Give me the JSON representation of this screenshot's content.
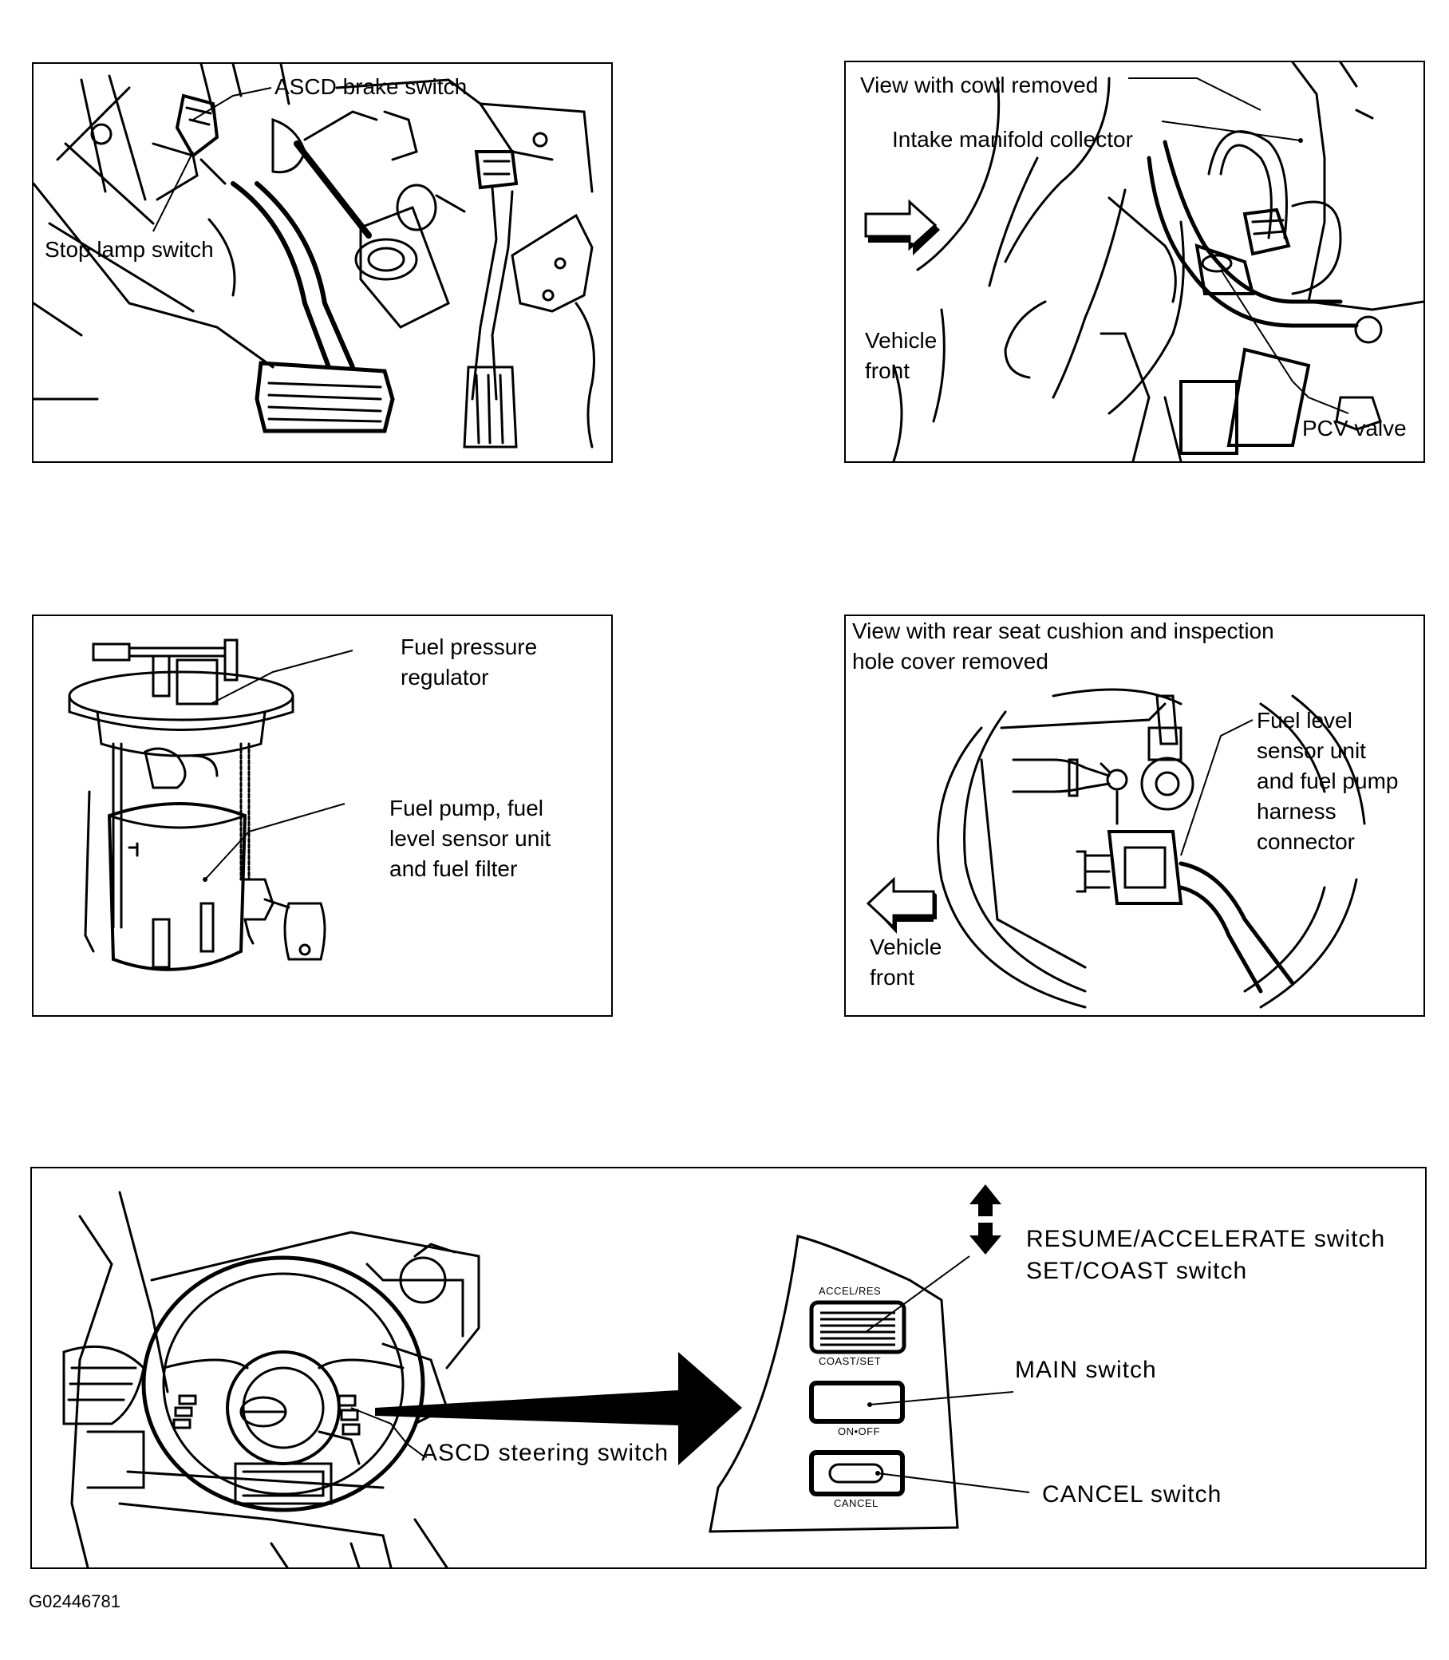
{
  "figure_id": "G02446781",
  "panel_brake": {
    "labels": {
      "ascd_brake_switch": "ASCD brake switch",
      "stop_lamp_switch": "Stop lamp switch"
    }
  },
  "panel_pcv": {
    "labels": {
      "view_note": "View with cowl removed",
      "intake_manifold_collector": "Intake manifold collector",
      "vehicle": "Vehicle",
      "front": "front",
      "pcv_valve": "PCV valve"
    }
  },
  "panel_fuel_pump": {
    "labels": {
      "fuel_pressure_line1": "Fuel pressure",
      "fuel_pressure_line2": "regulator",
      "pump_line1": "Fuel pump, fuel",
      "pump_line2": "level sensor unit",
      "pump_line3": "and fuel filter"
    }
  },
  "panel_fuel_level": {
    "labels": {
      "view_line1": "View with rear seat cushion and inspection",
      "view_line2": "hole cover removed",
      "sensor_line1": "Fuel level",
      "sensor_line2": "sensor unit",
      "sensor_line3": "and fuel pump",
      "sensor_line4": "harness",
      "sensor_line5": "connector",
      "vehicle": "Vehicle",
      "front": "front"
    }
  },
  "panel_steering": {
    "labels": {
      "resume_accelerate": "RESUME/ACCELERATE switch",
      "set_coast": "SET/COAST switch",
      "main_switch": "MAIN switch",
      "cancel_switch": "CANCEL switch",
      "ascd_steering_switch": "ASCD steering switch"
    },
    "switch_text": {
      "accel_res": "ACCEL/RES",
      "coast_set": "COAST/SET",
      "on_off": "ON•OFF",
      "cancel": "CANCEL"
    }
  }
}
